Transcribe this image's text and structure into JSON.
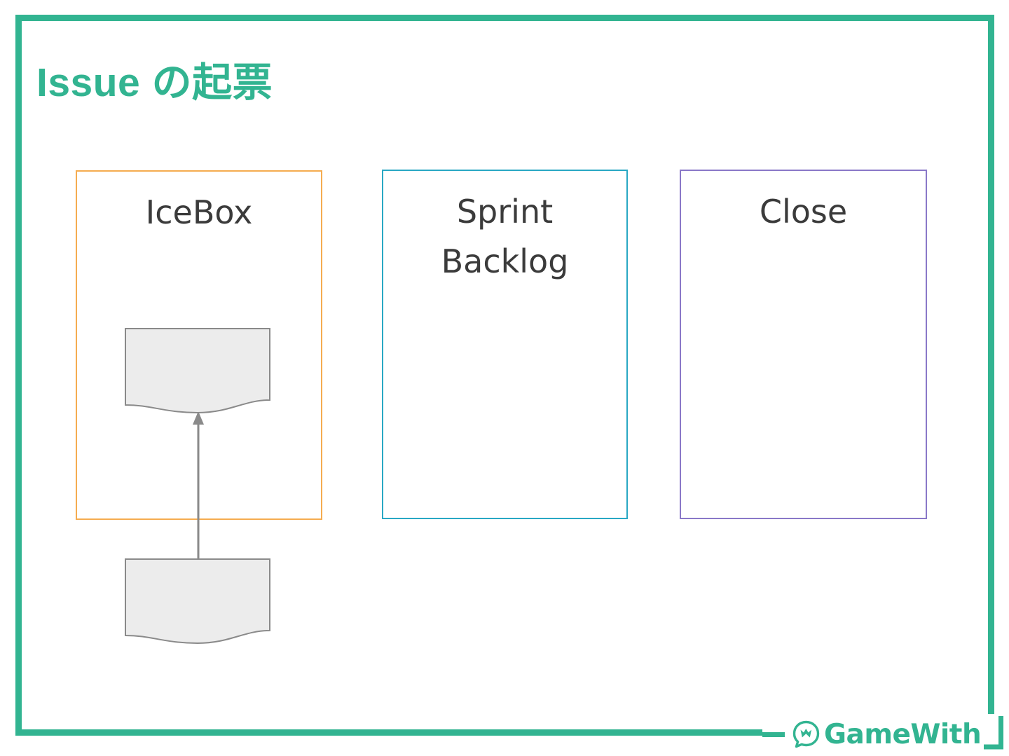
{
  "slide": {
    "title": "Issue の起票",
    "title_color": "#32b491",
    "background": "#ffffff",
    "frame_color": "#32b491"
  },
  "lanes": [
    {
      "id": "icebox",
      "label": "IceBox",
      "border_color": "#f5ac50",
      "text_color": "#3b3b3b"
    },
    {
      "id": "sprint",
      "label": "Sprint\nBacklog",
      "border_color": "#29a8c4",
      "text_color": "#3b3b3b"
    },
    {
      "id": "close",
      "label": "Close",
      "border_color": "#8a78c8",
      "text_color": "#3b3b3b"
    }
  ],
  "documents": [
    {
      "id": "doc-top",
      "label": "",
      "fill": "#ececec",
      "stroke": "#808080",
      "lane": "icebox"
    },
    {
      "id": "doc-bottom",
      "label": "",
      "fill": "#ececec",
      "stroke": "#808080",
      "lane": "outside"
    }
  ],
  "connector": {
    "from": "doc-bottom",
    "to": "doc-top",
    "direction": "up",
    "color": "#808080",
    "arrowhead": "triangle-up"
  },
  "logo": {
    "text": "GameWith",
    "color": "#32b491",
    "mark": "speech-bubble-crown-icon"
  }
}
